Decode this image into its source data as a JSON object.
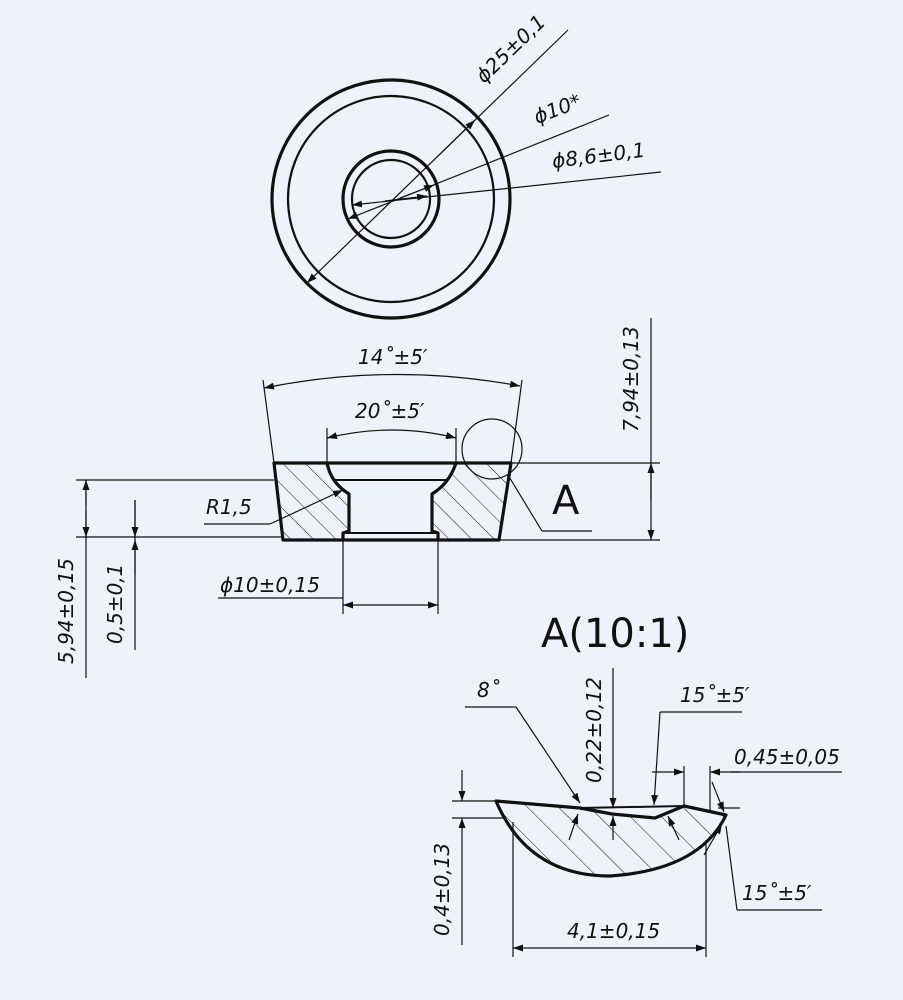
{
  "top_view": {
    "dim_outer": "ϕ25±0,1",
    "dim_middle": "ϕ10*",
    "dim_inner": "ϕ8,6±0,1"
  },
  "section_view": {
    "angle_outer": "14˚±5′",
    "angle_inner": "20˚±5′",
    "radius": "R1,5",
    "height_total": "7,94±0,13",
    "height_body": "5,94±0,15",
    "height_step": "0,5±0,1",
    "bore": "ϕ10±0,15",
    "detail_callout": "A"
  },
  "detail_view": {
    "title": "A(10:1)",
    "angle_small": "8˚",
    "depth": "0,22±0,12",
    "angle_top": "15˚±5′",
    "width_small": "0,45±0,05",
    "angle_side": "15˚±5′",
    "height": "0,4±0,13",
    "width": "4,1±0,15"
  }
}
